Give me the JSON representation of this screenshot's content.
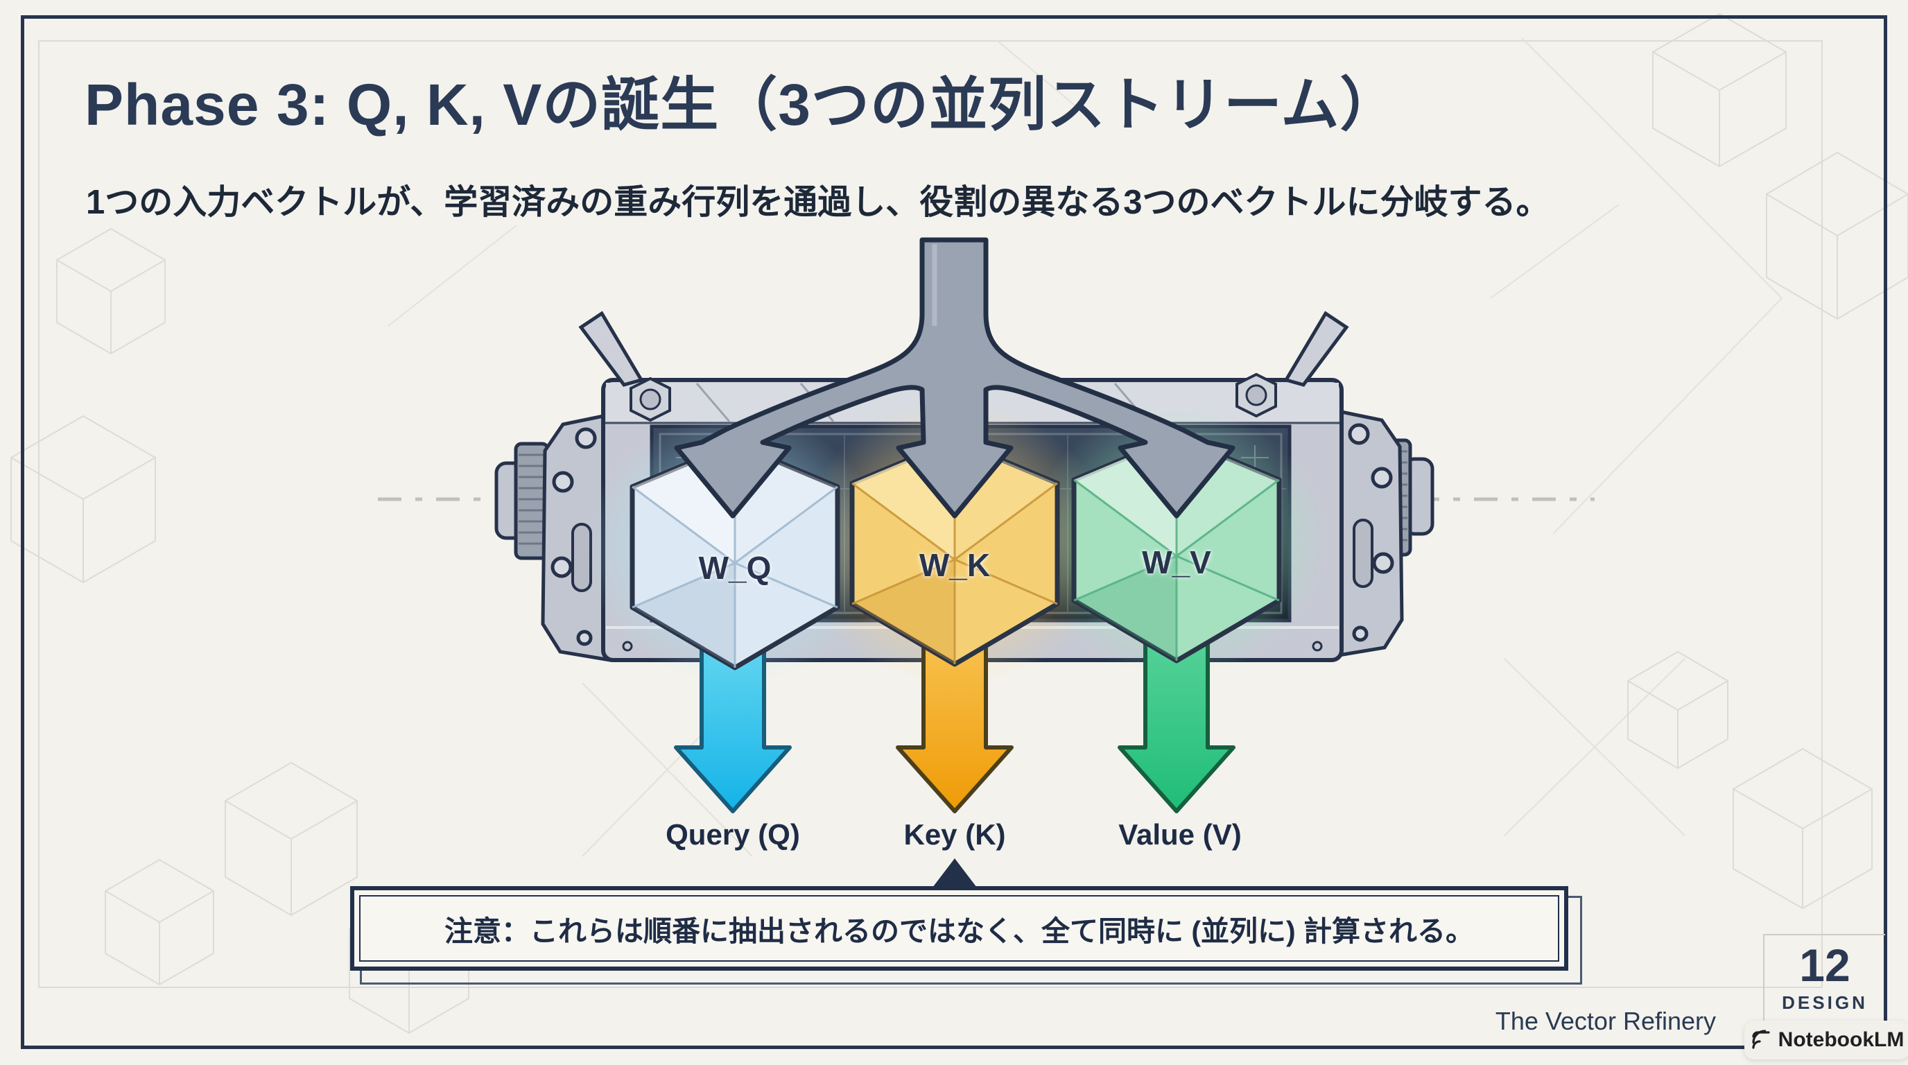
{
  "slide": {
    "title": "Phase 3: Q, K, Vの誕生（3つの並列ストリーム）",
    "subtitle": "1つの入力ベクトルが、学習済みの重み行列を通過し、役割の異なる3つのベクトルに分岐する。",
    "note": "注意：これらは順番に抽出されるのではなく、全て同時に (並列に) 計算される。",
    "footer_title": "The Vector Refinery",
    "page_number": "12",
    "page_label": "DESIGN"
  },
  "diagram": {
    "description_icon": "vector-refinery-machine",
    "input_pipe_icon": "split-pipe-three-arrows",
    "streams": [
      {
        "weight_label": "W_Q",
        "output_label": "Query (Q)",
        "arrow_color": "#14b3e8",
        "crystal_color": "#dce8f3"
      },
      {
        "weight_label": "W_K",
        "output_label": "Key (K)",
        "arrow_color": "#ef9b06",
        "crystal_color": "#f4cf74"
      },
      {
        "weight_label": "W_V",
        "output_label": "Value (V)",
        "arrow_color": "#1fbd77",
        "crystal_color": "#a5e0bf"
      }
    ]
  },
  "watermark": {
    "label": "NotebookLM"
  },
  "colors": {
    "background": "#f3f2ed",
    "frame_navy": "#27344e",
    "text_navy": "#2b3a52",
    "pipe_gray": "#9aa3b2",
    "machine_gray": "#c6c9d3",
    "interior_dark": "#18212f"
  }
}
